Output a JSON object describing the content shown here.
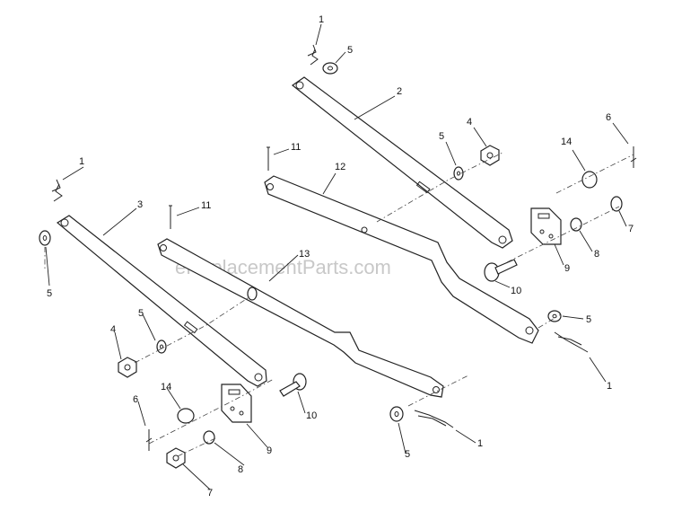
{
  "watermark": "eReplacementParts.com",
  "callouts": [
    {
      "id": "c1a",
      "text": "1"
    },
    {
      "id": "c5a",
      "text": "5"
    },
    {
      "id": "c2",
      "text": "2"
    },
    {
      "id": "c4a",
      "text": "4"
    },
    {
      "id": "c5b",
      "text": "5"
    },
    {
      "id": "c6a",
      "text": "6"
    },
    {
      "id": "c14a",
      "text": "14"
    },
    {
      "id": "c11a",
      "text": "11"
    },
    {
      "id": "c12",
      "text": "12"
    },
    {
      "id": "c7a",
      "text": "7"
    },
    {
      "id": "c8a",
      "text": "8"
    },
    {
      "id": "c9a",
      "text": "9"
    },
    {
      "id": "c10a",
      "text": "10"
    },
    {
      "id": "c1b",
      "text": "1"
    },
    {
      "id": "c3",
      "text": "3"
    },
    {
      "id": "c11b",
      "text": "11"
    },
    {
      "id": "c13",
      "text": "13"
    },
    {
      "id": "c5c",
      "text": "5"
    },
    {
      "id": "c4b",
      "text": "4"
    },
    {
      "id": "c5d",
      "text": "5"
    },
    {
      "id": "c5e",
      "text": "5"
    },
    {
      "id": "c1c",
      "text": "1"
    },
    {
      "id": "c14b",
      "text": "14"
    },
    {
      "id": "c6b",
      "text": "6"
    },
    {
      "id": "c10b",
      "text": "10"
    },
    {
      "id": "c9b",
      "text": "9"
    },
    {
      "id": "c8b",
      "text": "8"
    },
    {
      "id": "c7b",
      "text": "7"
    },
    {
      "id": "c5f",
      "text": "5"
    },
    {
      "id": "c1d",
      "text": "1"
    }
  ]
}
